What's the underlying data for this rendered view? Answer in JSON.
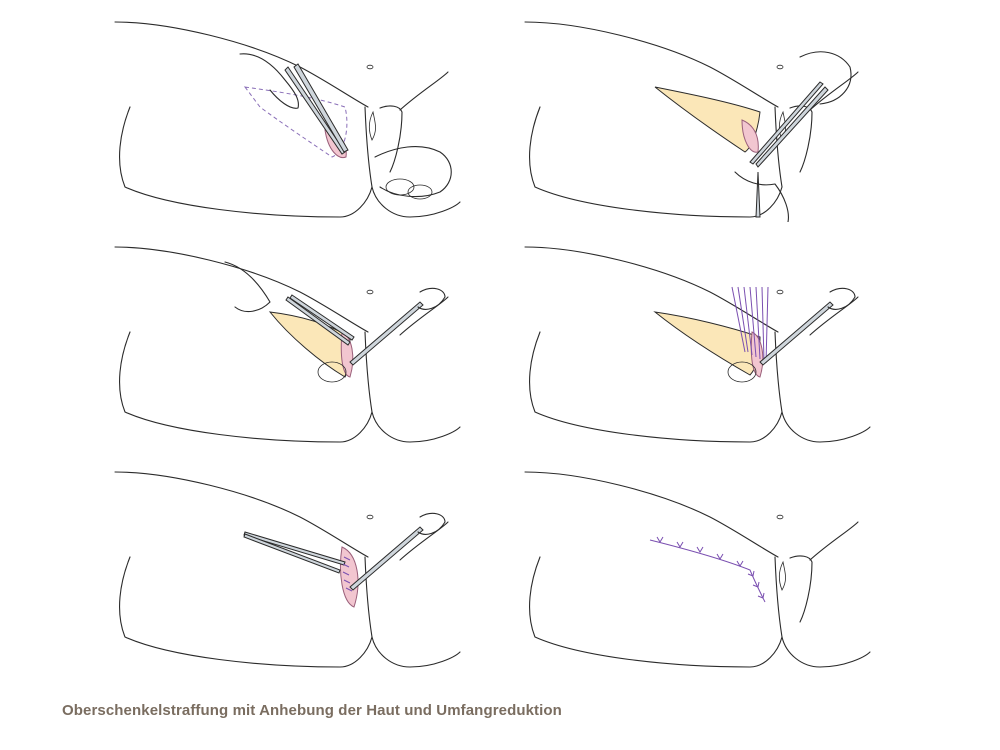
{
  "caption": "Oberschenkelstraffung mit Anhebung der Haut und Umfangreduktion",
  "colors": {
    "line": "#2b2b2b",
    "flap": "#fbe7b8",
    "wound": "#f2c6d0",
    "suture": "#7a4fb0",
    "caption": "#7a6d60"
  },
  "panels": [
    {
      "step": 1,
      "scene": "incision-marking-with-forceps-and-hands"
    },
    {
      "step": 2,
      "scene": "skin-flap-elevation-with-scissors"
    },
    {
      "step": 3,
      "scene": "flap-retraction-with-clamp-and-forceps"
    },
    {
      "step": 4,
      "scene": "deep-sutures-placed"
    },
    {
      "step": 5,
      "scene": "wound-closure-with-needle-holder"
    },
    {
      "step": 6,
      "scene": "final-closed-suture-line"
    }
  ]
}
